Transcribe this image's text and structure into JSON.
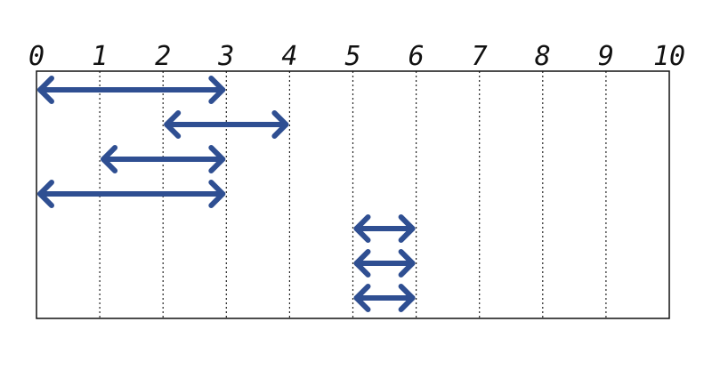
{
  "colors": {
    "arrow": "#2f4f92",
    "frame": "#111111",
    "gridline": "#222222"
  },
  "axis": {
    "min": 0,
    "max": 10,
    "ticks": [
      0,
      1,
      2,
      3,
      4,
      5,
      6,
      7,
      8,
      9,
      10
    ],
    "tick_labels": [
      "0",
      "1",
      "2",
      "3",
      "4",
      "5",
      "6",
      "7",
      "8",
      "9",
      "10"
    ]
  },
  "intervals": [
    {
      "start": 0,
      "end": 3
    },
    {
      "start": 2,
      "end": 4
    },
    {
      "start": 1,
      "end": 3
    },
    {
      "start": 0,
      "end": 3
    },
    {
      "start": 5,
      "end": 6
    },
    {
      "start": 5,
      "end": 6
    },
    {
      "start": 5,
      "end": 6
    }
  ]
}
